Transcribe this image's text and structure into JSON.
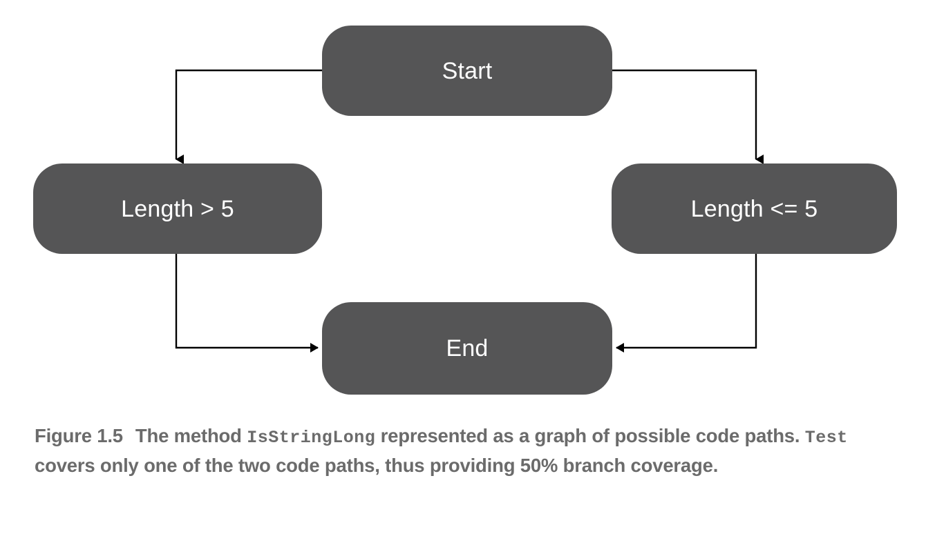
{
  "figure": {
    "background_color": "#ffffff",
    "node_fill_color": "#555556",
    "node_text_color": "#ffffff",
    "edge_color": "#000000",
    "caption_color": "#6b6b6b"
  },
  "diagram": {
    "type": "flowchart",
    "nodes": [
      {
        "id": "start",
        "label": "Start",
        "shape": "rounded-rectangle"
      },
      {
        "id": "length_gt",
        "label": "Length > 5",
        "shape": "rounded-rectangle"
      },
      {
        "id": "length_lte",
        "label": "Length <= 5",
        "shape": "rounded-rectangle"
      },
      {
        "id": "end",
        "label": "End",
        "shape": "rounded-rectangle"
      }
    ],
    "edges": [
      {
        "from": "start",
        "to": "length_gt",
        "label": ""
      },
      {
        "from": "start",
        "to": "length_lte",
        "label": ""
      },
      {
        "from": "length_gt",
        "to": "end",
        "label": ""
      },
      {
        "from": "length_lte",
        "to": "end",
        "label": ""
      }
    ]
  },
  "caption": {
    "figure_number": "Figure 1.5",
    "part1": "The method ",
    "code1": "IsStringLong",
    "part2": " represented as a graph of possible code paths. ",
    "code2": "Test",
    "part3": " covers only one of the two code paths, thus providing 50% branch coverage."
  }
}
